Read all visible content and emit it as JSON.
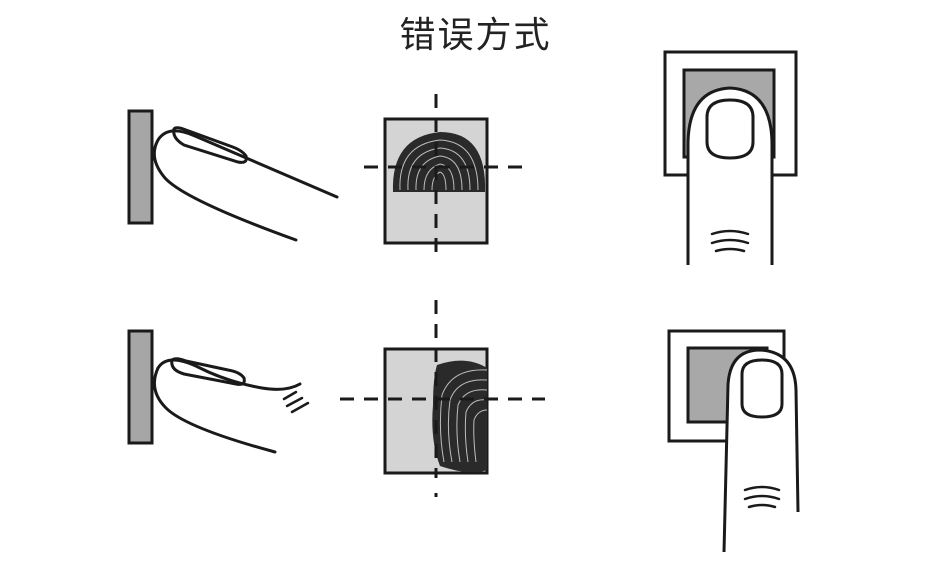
{
  "title": "错误方式",
  "colors": {
    "sensor_gray": "#a6a6a6",
    "pad_light": "#d4d4d4",
    "pad_dark": "#a8a8a8",
    "line": "#1a1a1a"
  },
  "rows": [
    {
      "id": "row-1",
      "side_view_icon": "finger-side-view-icon",
      "print_icon": "fingerprint-top-only-icon",
      "front_view_icon": "finger-front-view-too-high-icon"
    },
    {
      "id": "row-2",
      "side_view_icon": "finger-side-view-tip-icon",
      "print_icon": "fingerprint-right-only-icon",
      "front_view_icon": "finger-front-view-offset-right-icon"
    }
  ]
}
